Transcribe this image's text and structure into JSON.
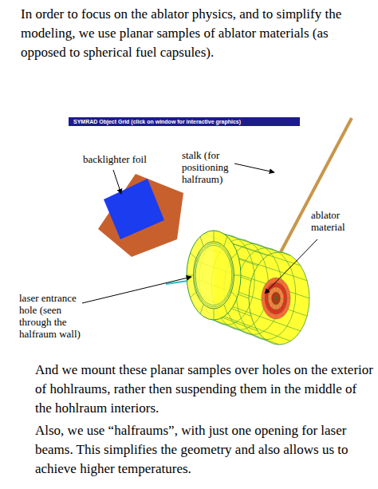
{
  "diagram": {
    "labels": [
      "In order to focus on the ablator physics, and to simplify the modeling, we use planar samples of ablator materials (as opposed to spherical fuel capsules).",
      "SYMRAD Object Grid (click on window for interactive graphics)",
      "backlighter foil",
      "stalk (for positioning halfraum)",
      "ablator material",
      "laser entrance hole (seen through the halfraum wall)",
      "And we mount these planar samples over holes on the exterior of hohlraums, rather then suspending them in the middle of the hohlraum interiors.",
      "Also, we use “halfraums”, with just one opening for laser beams.  This simplifies the geometry and also allows us to achieve higher temperatures."
    ]
  }
}
